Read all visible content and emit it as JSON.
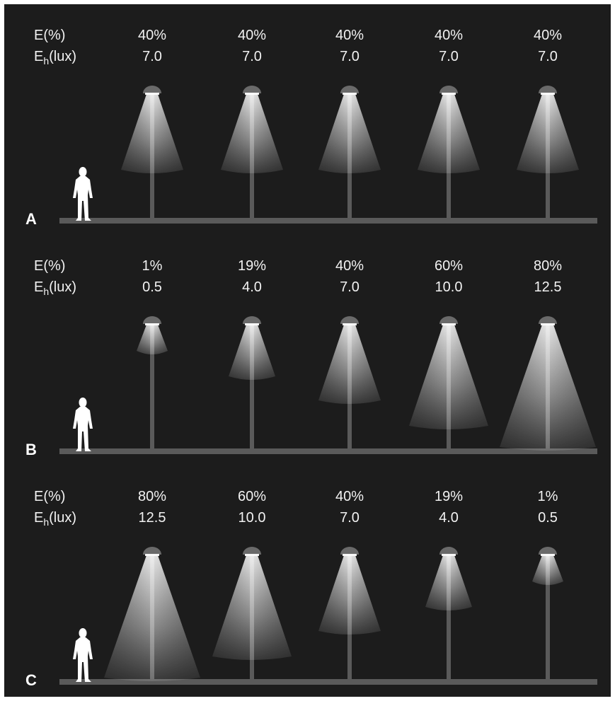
{
  "colors": {
    "background": "#1c1c1c",
    "ground": "#5a5a5a",
    "pole": "#5a5a5a",
    "lamp_head": "#6a6a6a",
    "text": "#f2f2f2",
    "light": "#ffffff"
  },
  "labels": {
    "e_percent": "E(%)",
    "e_h_main": "E",
    "e_h_sub": "h",
    "e_h_unit": "(lux)"
  },
  "panels": [
    {
      "letter": "A",
      "lamps": [
        {
          "e_percent": "40%",
          "e_h_lux": "7.0"
        },
        {
          "e_percent": "40%",
          "e_h_lux": "7.0"
        },
        {
          "e_percent": "40%",
          "e_h_lux": "7.0"
        },
        {
          "e_percent": "40%",
          "e_h_lux": "7.0"
        },
        {
          "e_percent": "40%",
          "e_h_lux": "7.0"
        }
      ]
    },
    {
      "letter": "B",
      "lamps": [
        {
          "e_percent": "1%",
          "e_h_lux": "0.5"
        },
        {
          "e_percent": "19%",
          "e_h_lux": "4.0"
        },
        {
          "e_percent": "40%",
          "e_h_lux": "7.0"
        },
        {
          "e_percent": "60%",
          "e_h_lux": "10.0"
        },
        {
          "e_percent": "80%",
          "e_h_lux": "12.5"
        }
      ]
    },
    {
      "letter": "C",
      "lamps": [
        {
          "e_percent": "80%",
          "e_h_lux": "12.5"
        },
        {
          "e_percent": "60%",
          "e_h_lux": "10.0"
        },
        {
          "e_percent": "40%",
          "e_h_lux": "7.0"
        },
        {
          "e_percent": "19%",
          "e_h_lux": "4.0"
        },
        {
          "e_percent": "1%",
          "e_h_lux": "0.5"
        }
      ]
    }
  ]
}
